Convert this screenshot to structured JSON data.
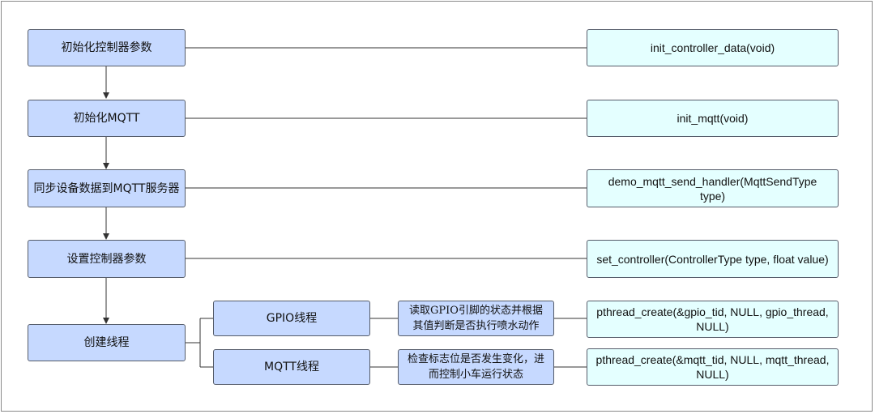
{
  "steps": [
    "初始化控制器参数",
    "初始化MQTT",
    "同步设备数据到MQTT服务器",
    "设置控制器参数",
    "创建线程"
  ],
  "functions": [
    "init_controller_data(void)",
    "init_mqtt(void)",
    "demo_mqtt_send_handler(MqttSendType type)",
    "set_controller(ControllerType type, float value)"
  ],
  "threads": [
    {
      "name": "GPIO线程",
      "description": "读取GPIO引脚的状态并根据其值判断是否执行喷水动作",
      "function": "pthread_create(&gpio_tid, NULL, gpio_thread, NULL)"
    },
    {
      "name": "MQTT线程",
      "description": "检查标志位是否发生变化，进而控制小车运行状态",
      "function": "pthread_create(&mqtt_tid, NULL, mqtt_thread, NULL)"
    }
  ],
  "colors": {
    "step_fill": "#c6d9ff",
    "function_fill": "#e4ffff",
    "border": "#555c6a"
  }
}
